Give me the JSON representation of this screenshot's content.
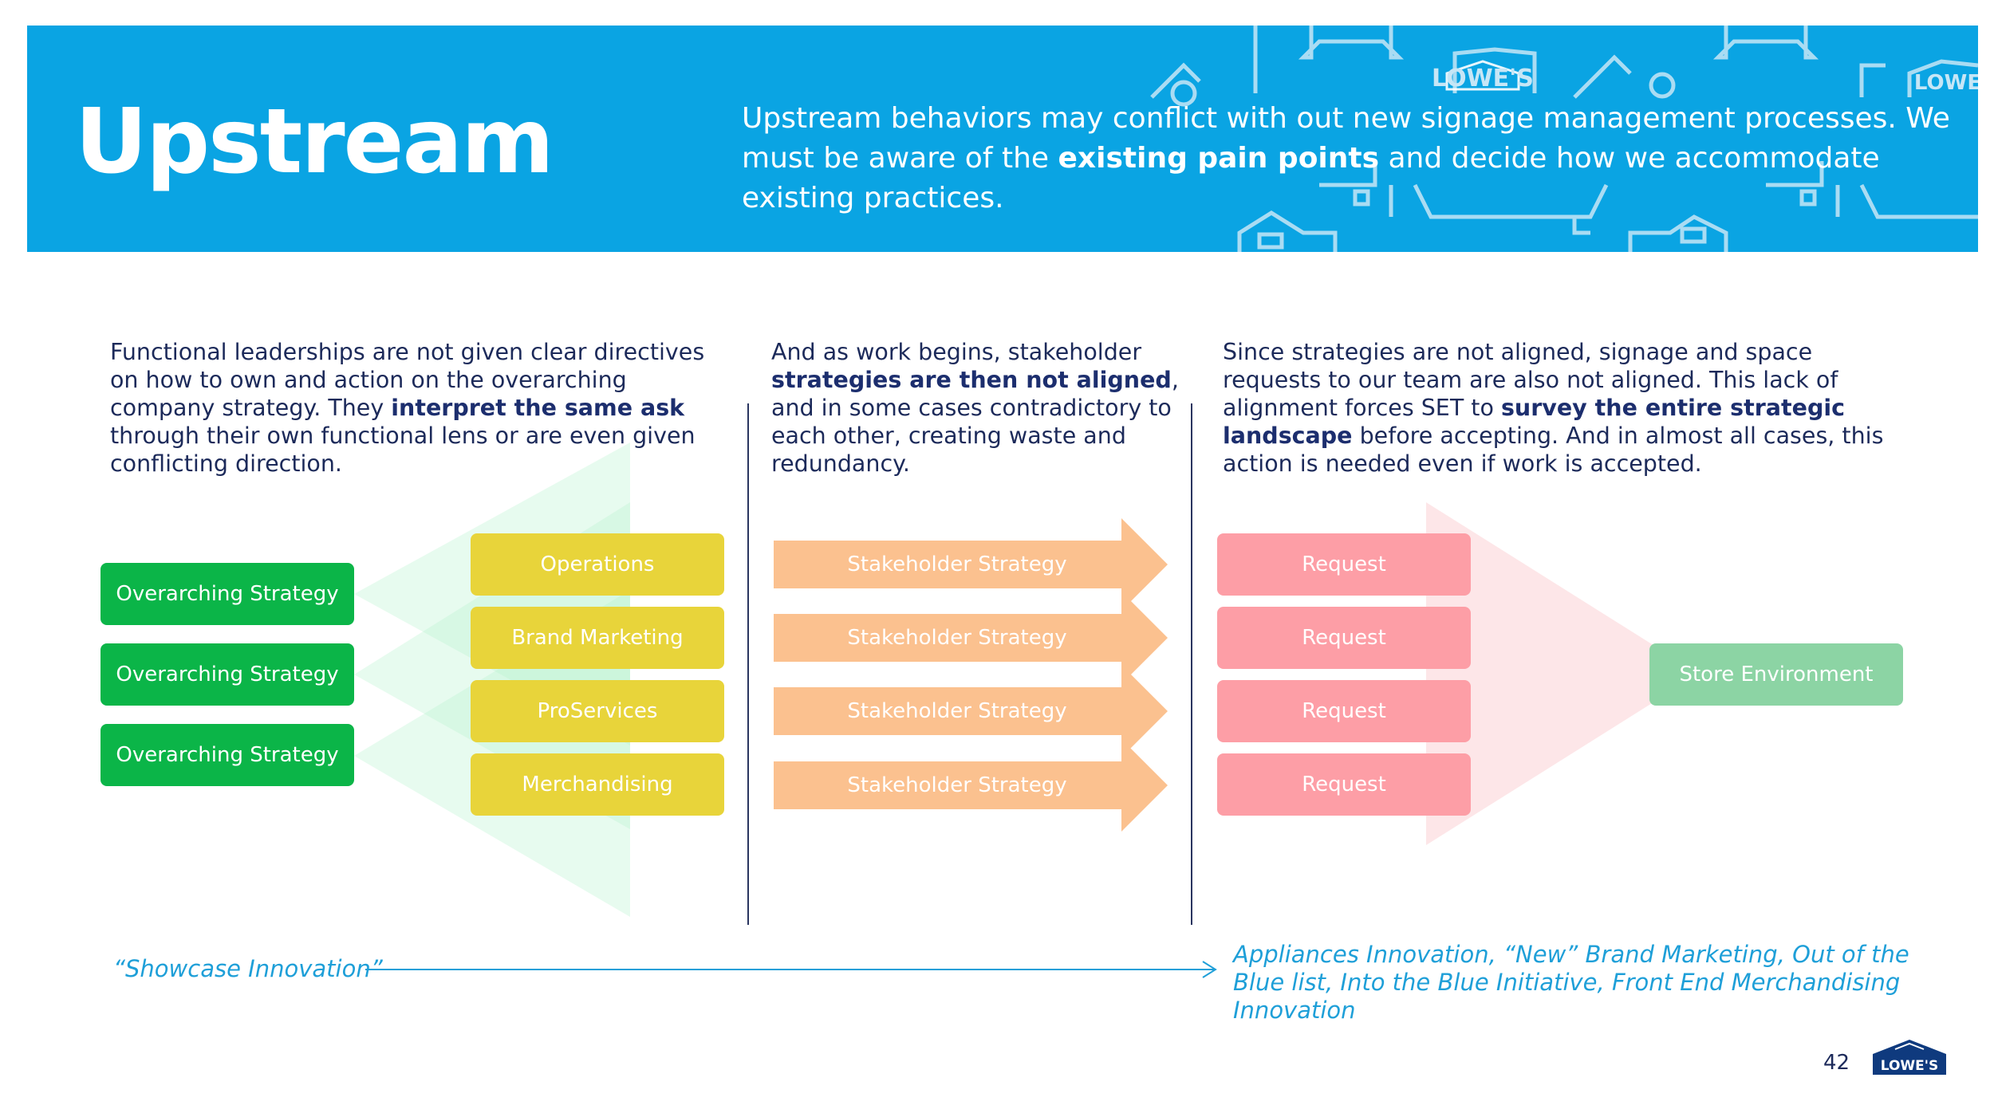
{
  "header": {
    "title": "Upstream",
    "subtitle_pre": "Upstream behaviors may conflict with out new signage management processes. We must be aware of the ",
    "subtitle_bold": "existing pain points",
    "subtitle_post": " and decide how we accommodate existing practices.",
    "logo_text": "LOWE'S",
    "logo_text_partial": "LOWE"
  },
  "columns": [
    {
      "pre": "Functional leaderships are not given clear directives on how to own and action on the overarching company strategy. They ",
      "bold": "interpret the same ask",
      "post": " through their own functional lens or are even given conflicting direction."
    },
    {
      "pre": "And as work begins, stakeholder ",
      "bold": "strategies are then not aligned",
      "post": ", and in some cases contradictory to each other, creating waste and redundancy."
    },
    {
      "pre": "Since strategies are not aligned, signage and space requests to our team are also not aligned. This lack of alignment forces SET to ",
      "bold": "survey the entire strategic landscape",
      "post": " before accepting. And in almost all cases, this action is needed even if work is accepted."
    }
  ],
  "strategies": [
    "Overarching Strategy",
    "Overarching Strategy",
    "Overarching Strategy"
  ],
  "functions": [
    "Operations",
    "Brand Marketing",
    "ProServices",
    "Merchandising"
  ],
  "stakeholder_strategies": [
    "Stakeholder Strategy",
    "Stakeholder Strategy",
    "Stakeholder Strategy",
    "Stakeholder Strategy"
  ],
  "requests": [
    "Request",
    "Request",
    "Request",
    "Request"
  ],
  "store": "Store Environment",
  "quote_left": "“Showcase Innovation”",
  "quote_right": "Appliances Innovation, “New” Brand Marketing, Out of the Blue list, Into the Blue Initiative, Front End Merchandising Innovation",
  "footer": {
    "page_number": "42",
    "logo_text": "LOWE'S"
  },
  "colors": {
    "header_bg": "#0aa4e3",
    "strategy_green": "#0bb548",
    "function_yellow": "#e8d43a",
    "stakeholder_orange": "#fbc18f",
    "request_pink": "#fd9ea6",
    "store_green": "#8cd4a4",
    "quote_blue": "#1e9fd8",
    "text_navy": "#1c2a5a"
  }
}
